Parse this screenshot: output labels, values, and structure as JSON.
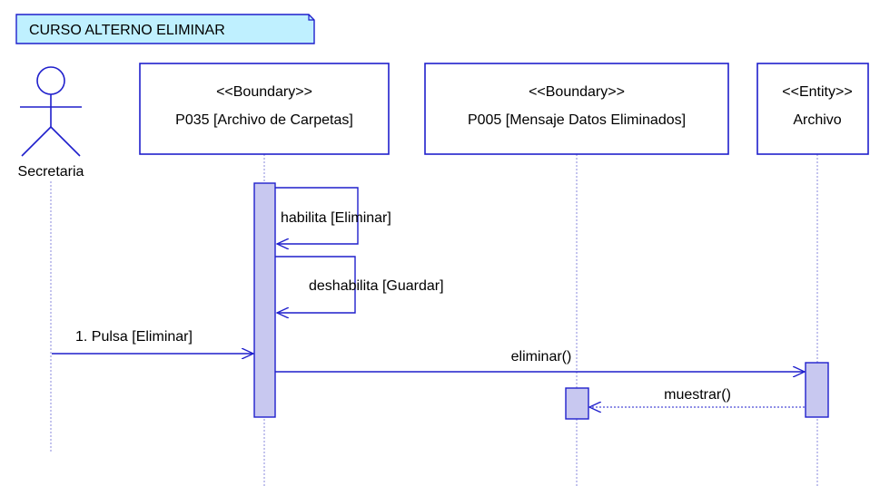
{
  "title": "CURSO ALTERNO ELIMINAR",
  "actor": {
    "name": "Secretaria"
  },
  "objects": [
    {
      "id": "p035",
      "stereotype": "<<Boundary>>",
      "name": "P035 [Archivo de Carpetas]"
    },
    {
      "id": "p005",
      "stereotype": "<<Boundary>>",
      "name": "P005 [Mensaje Datos Eliminados]"
    },
    {
      "id": "archivo",
      "stereotype": "<<Entity>>",
      "name": "Archivo"
    }
  ],
  "messages": [
    {
      "id": "habilita",
      "label": "habilita [Eliminar]",
      "from": "p035",
      "to": "p035"
    },
    {
      "id": "deshabilita",
      "label": "deshabilita [Guardar]",
      "from": "p035",
      "to": "p035"
    },
    {
      "id": "pulsa",
      "label": "1. Pulsa [Eliminar]",
      "from": "actor",
      "to": "p035"
    },
    {
      "id": "eliminar",
      "label": "eliminar()",
      "from": "p035",
      "to": "archivo"
    },
    {
      "id": "muestrar",
      "label": "muestrar()",
      "from": "archivo",
      "to": "p005"
    }
  ],
  "colors": {
    "line": "#1f1fcc",
    "activation_fill": "#c8c8f0",
    "title_fill": "#bff0ff",
    "text": "#000000"
  }
}
